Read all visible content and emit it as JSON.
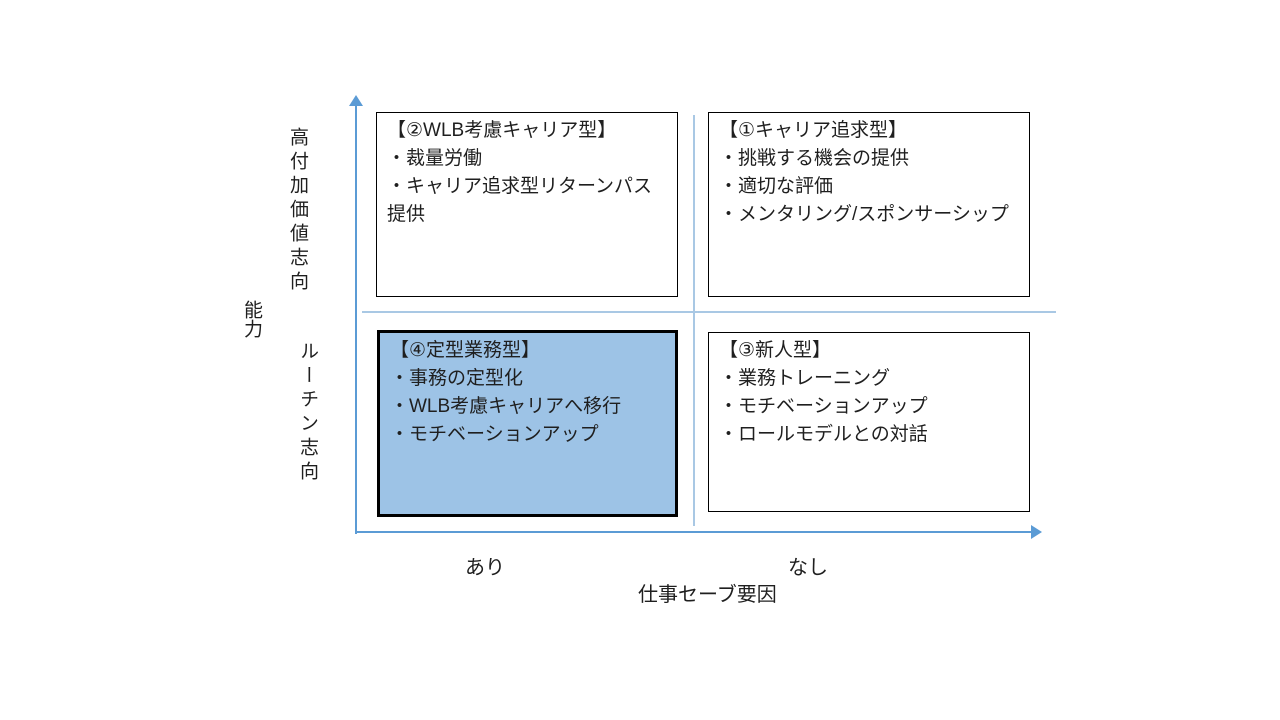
{
  "chart": {
    "type": "quadrant-matrix",
    "y_axis": {
      "title": "能力",
      "top_label": "高付加価値志向",
      "bottom_label": "ルーチン志向"
    },
    "x_axis": {
      "title": "仕事セーブ要因",
      "left_label": "あり",
      "right_label": "なし"
    },
    "quadrants": [
      {
        "position": "top-left",
        "title": "【②WLB考慮キャリア型】",
        "items": [
          "・裁量労働",
          "・キャリア追求型リターンパス提供"
        ],
        "highlighted": false
      },
      {
        "position": "top-right",
        "title": "【①キャリア追求型】",
        "items": [
          "・挑戦する機会の提供",
          "・適切な評価",
          "・メンタリング/スポンサーシップ"
        ],
        "highlighted": false
      },
      {
        "position": "bottom-left",
        "title": "【④定型業務型】",
        "items": [
          "・事務の定型化",
          "・WLB考慮キャリアへ移行",
          "・モチベーションアップ"
        ],
        "highlighted": true
      },
      {
        "position": "bottom-right",
        "title": "【③新人型】",
        "items": [
          "・業務トレーニング",
          "・モチベーションアップ",
          "・ロールモデルとの対話"
        ],
        "highlighted": false
      }
    ],
    "colors": {
      "axis": "#5b9bd5",
      "divider": "#a9c8e4",
      "highlight_fill": "#9dc3e6",
      "box_border": "#000000"
    }
  }
}
